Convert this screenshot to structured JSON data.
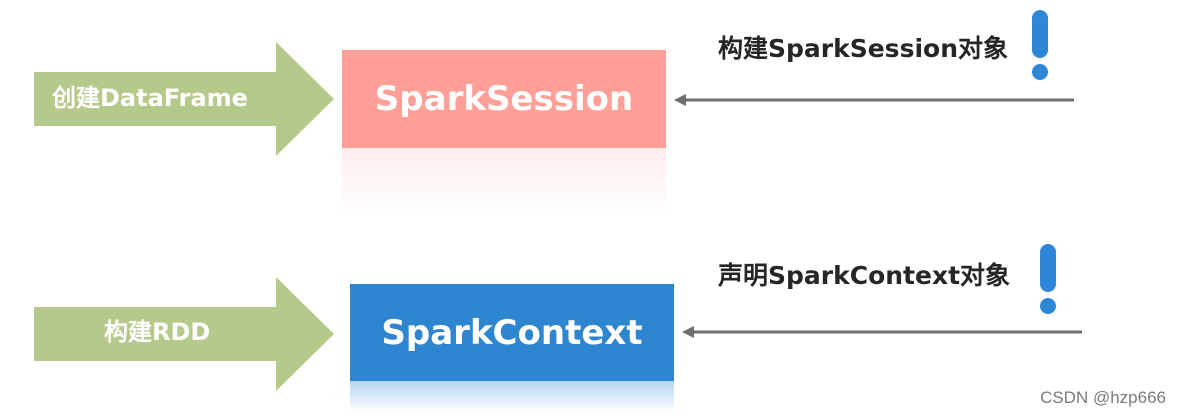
{
  "colors": {
    "green_arrow": "#b5c98a",
    "session_box": "#ff9f97",
    "context_box": "#2f86d0",
    "pointer_line": "#6f6f6f",
    "exclamation": "#2e86d6"
  },
  "rows": [
    {
      "input_arrow_label": "创建DataFrame",
      "box_label": "SparkSession",
      "note": "构建SparkSession对象",
      "note_icon": "exclamation-icon"
    },
    {
      "input_arrow_label": "构建RDD",
      "box_label": "SparkContext",
      "note": "声明SparkContext对象",
      "note_icon": "exclamation-icon"
    }
  ],
  "watermark": "CSDN @hzp666"
}
